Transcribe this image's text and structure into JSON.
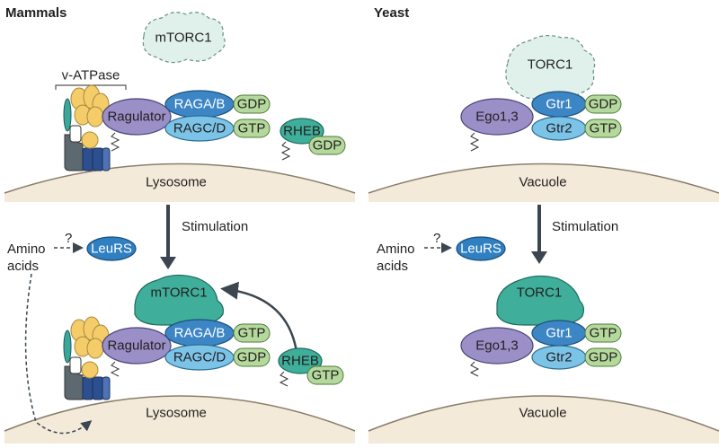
{
  "headers": {
    "left": "Mammals",
    "right": "Yeast"
  },
  "mammals_top": {
    "mtorc1": "mTORC1",
    "v_atpase": "v-ATPase",
    "ragulator": "Ragulator",
    "raga_b": "RAGA/B",
    "raga_b_nucleotide": "GDP",
    "ragc_d": "RAGC/D",
    "ragc_d_nucleotide": "GTP",
    "rheb": "RHEB",
    "rheb_nucleotide": "GDP",
    "membrane": "Lysosome"
  },
  "mammals_bottom": {
    "mtorc1": "mTORC1",
    "ragulator": "Ragulator",
    "raga_b": "RAGA/B",
    "raga_b_nucleotide": "GTP",
    "ragc_d": "RAGC/D",
    "ragc_d_nucleotide": "GDP",
    "rheb": "RHEB",
    "rheb_nucleotide": "GTP",
    "membrane": "Lysosome",
    "amino_acids": "Amino\nacids",
    "question": "?",
    "leurs": "LeuRS"
  },
  "yeast_top": {
    "torc1": "TORC1",
    "ego": "Ego1,3",
    "gtr1": "Gtr1",
    "gtr1_nucleotide": "GDP",
    "gtr2": "Gtr2",
    "gtr2_nucleotide": "GTP",
    "membrane": "Vacuole"
  },
  "yeast_bottom": {
    "torc1": "TORC1",
    "ego": "Ego1,3",
    "gtr1": "Gtr1",
    "gtr1_nucleotide": "GTP",
    "gtr2": "Gtr2",
    "gtr2_nucleotide": "GDP",
    "membrane": "Vacuole",
    "amino_acids": "Amino\nacids",
    "question": "?",
    "leurs": "LeuRS"
  },
  "arrows": {
    "left_label": "Stimulation",
    "right_label": "Stimulation"
  },
  "colors": {
    "membrane_fill": "#f3ead9",
    "membrane_stroke": "#8b7d6b",
    "ragulator": "#9b8fc7",
    "ego": "#9b8fc7",
    "rag_dark": "#3d86c6",
    "rag_light": "#7cc3e8",
    "nucleotide": "#b5d99c",
    "mtorc1_active": "#3fae9a",
    "mtorc1_inactive": "#dff1ea",
    "rheb": "#3fae9a",
    "leurs": "#2f7fc1",
    "atpase_yellow": "#f5cc6a",
    "atpase_grey": "#5d6870",
    "atpase_blue": "#2c4f8f",
    "atpase_teal": "#3aa69c",
    "arrow": "#3b4650"
  }
}
